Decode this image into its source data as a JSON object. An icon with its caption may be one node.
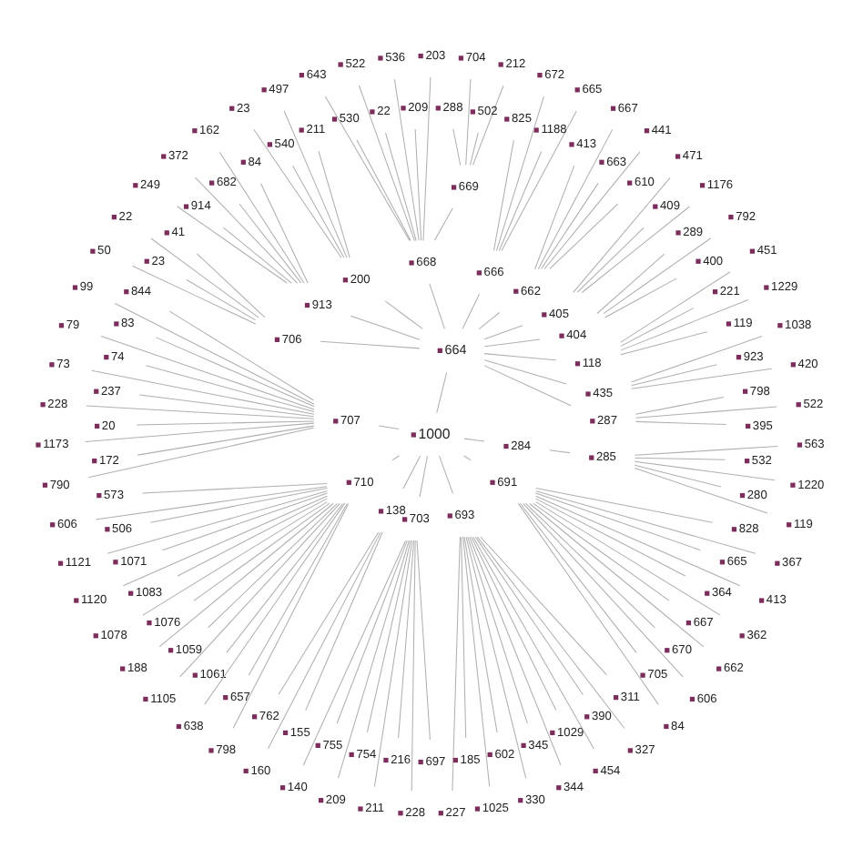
{
  "diagram": {
    "nodes": [
      {
        "text": [
          "1000"
        ]
      },
      {
        "text": [
          "664"
        ]
      },
      {
        "text": [
          "707"
        ]
      },
      {
        "text": [
          "710"
        ]
      },
      {
        "text": [
          "138"
        ]
      },
      {
        "text": [
          "703"
        ]
      },
      {
        "text": [
          "693"
        ]
      },
      {
        "text": [
          "691"
        ]
      },
      {
        "text": [
          "284"
        ]
      },
      {
        "text": [
          "285"
        ]
      },
      {
        "text": [
          "287"
        ]
      },
      {
        "text": [
          "435"
        ]
      },
      {
        "text": [
          "118"
        ]
      },
      {
        "text": [
          "404"
        ]
      },
      {
        "text": [
          "405"
        ]
      },
      {
        "text": [
          "662"
        ]
      },
      {
        "text": [
          "666"
        ]
      },
      {
        "text": [
          "668"
        ]
      },
      {
        "text": [
          "200"
        ]
      },
      {
        "text": [
          "913"
        ]
      },
      {
        "text": [
          "706"
        ]
      },
      {
        "text": [
          "669"
        ]
      },
      {
        "text": [
          "573"
        ]
      },
      {
        "text": [
          "606"
        ]
      },
      {
        "text": [
          "506"
        ]
      },
      {
        "text": [
          "1121"
        ]
      },
      {
        "text": [
          "1071"
        ]
      },
      {
        "text": [
          "1120"
        ]
      },
      {
        "text": [
          "1083"
        ]
      },
      {
        "text": [
          "1078"
        ]
      },
      {
        "text": [
          "1076"
        ]
      },
      {
        "text": [
          "188"
        ]
      },
      {
        "text": [
          "1059"
        ]
      },
      {
        "text": [
          "1105"
        ]
      },
      {
        "text": [
          "1061"
        ]
      },
      {
        "text": [
          "638"
        ]
      },
      {
        "text": [
          "657"
        ]
      },
      {
        "text": [
          "798"
        ]
      },
      {
        "text": [
          "844"
        ]
      },
      {
        "text": [
          "99"
        ]
      },
      {
        "text": [
          "83"
        ]
      },
      {
        "text": [
          "79"
        ]
      },
      {
        "text": [
          "74"
        ]
      },
      {
        "text": [
          "73"
        ]
      },
      {
        "text": [
          "237"
        ]
      },
      {
        "text": [
          "228"
        ]
      },
      {
        "text": [
          "20"
        ]
      },
      {
        "text": [
          "1173"
        ]
      },
      {
        "text": [
          "172"
        ]
      },
      {
        "text": [
          "790"
        ]
      },
      {
        "text": [
          "762"
        ]
      },
      {
        "text": [
          "160"
        ]
      },
      {
        "text": [
          "155"
        ]
      },
      {
        "text": [
          "140"
        ]
      },
      {
        "text": [
          "755"
        ]
      },
      {
        "text": [
          "209"
        ]
      },
      {
        "text": [
          "754"
        ]
      },
      {
        "text": [
          "211"
        ]
      },
      {
        "text": [
          "216"
        ]
      },
      {
        "text": [
          "228"
        ]
      },
      {
        "text": [
          "697"
        ]
      },
      {
        "text": [
          "227"
        ]
      },
      {
        "text": [
          "185"
        ]
      },
      {
        "text": [
          "1025"
        ]
      },
      {
        "text": [
          "602"
        ]
      },
      {
        "text": [
          "330"
        ]
      },
      {
        "text": [
          "345"
        ]
      },
      {
        "text": [
          "344"
        ]
      },
      {
        "text": [
          "1029"
        ]
      },
      {
        "text": [
          "454"
        ]
      },
      {
        "text": [
          "390"
        ]
      },
      {
        "text": [
          "327"
        ]
      },
      {
        "text": [
          "311"
        ]
      },
      {
        "text": [
          "84"
        ]
      },
      {
        "text": [
          "705"
        ]
      },
      {
        "text": [
          "606"
        ]
      },
      {
        "text": [
          "670"
        ]
      },
      {
        "text": [
          "662"
        ]
      },
      {
        "text": [
          "667"
        ]
      },
      {
        "text": [
          "362"
        ]
      },
      {
        "text": [
          "364"
        ]
      },
      {
        "text": [
          "413"
        ]
      },
      {
        "text": [
          "665"
        ]
      },
      {
        "text": [
          "367"
        ]
      },
      {
        "text": [
          "828"
        ]
      },
      {
        "text": [
          "119"
        ]
      },
      {
        "text": [
          "280"
        ]
      },
      {
        "text": [
          "1220"
        ]
      },
      {
        "text": [
          "532"
        ]
      },
      {
        "text": [
          "563"
        ]
      },
      {
        "text": [
          "395"
        ]
      },
      {
        "text": [
          "522"
        ]
      },
      {
        "text": [
          "798"
        ]
      },
      {
        "text": [
          "420"
        ]
      },
      {
        "text": [
          "923"
        ]
      },
      {
        "text": [
          "1038"
        ]
      },
      {
        "text": [
          "119"
        ]
      },
      {
        "text": [
          "1229"
        ]
      },
      {
        "text": [
          "221"
        ]
      },
      {
        "text": [
          "451"
        ]
      },
      {
        "text": [
          "400"
        ]
      },
      {
        "text": [
          "792"
        ]
      },
      {
        "text": [
          "289"
        ]
      },
      {
        "text": [
          "1176"
        ]
      },
      {
        "text": [
          "409"
        ]
      },
      {
        "text": [
          "471"
        ]
      },
      {
        "text": [
          "610"
        ]
      },
      {
        "text": [
          "441"
        ]
      },
      {
        "text": [
          "663"
        ]
      },
      {
        "text": [
          "667"
        ]
      },
      {
        "text": [
          "413"
        ]
      },
      {
        "text": [
          "665"
        ]
      },
      {
        "text": [
          "1188"
        ]
      },
      {
        "text": [
          "672"
        ]
      },
      {
        "text": [
          "825"
        ]
      },
      {
        "text": [
          "203"
        ]
      },
      {
        "text": [
          "209"
        ]
      },
      {
        "text": [
          "536"
        ]
      },
      {
        "text": [
          "22"
        ]
      },
      {
        "text": [
          "522"
        ]
      },
      {
        "text": [
          "530"
        ]
      },
      {
        "text": [
          "643"
        ]
      },
      {
        "text": [
          "211"
        ]
      },
      {
        "text": [
          "497"
        ]
      },
      {
        "text": [
          "540"
        ]
      },
      {
        "text": [
          "23"
        ]
      },
      {
        "text": [
          "84"
        ]
      },
      {
        "text": [
          "162"
        ]
      },
      {
        "text": [
          "682"
        ]
      },
      {
        "text": [
          "372"
        ]
      },
      {
        "text": [
          "914"
        ]
      },
      {
        "text": [
          "249"
        ]
      },
      {
        "text": [
          "41"
        ]
      },
      {
        "text": [
          "22"
        ]
      },
      {
        "text": [
          "23"
        ]
      },
      {
        "text": [
          "50"
        ]
      },
      {
        "text": [
          "212"
        ]
      },
      {
        "text": [
          "502"
        ]
      },
      {
        "text": [
          "704"
        ]
      },
      {
        "text": [
          "288"
        ]
      }
    ],
    "edges": [
      {
        "from": 0,
        "to": 1,
        "arrow": "none"
      },
      {
        "from": 0,
        "to": 2,
        "arrow": "none"
      },
      {
        "from": 0,
        "to": 3,
        "arrow": "none"
      },
      {
        "from": 0,
        "to": 4,
        "arrow": "none"
      },
      {
        "from": 0,
        "to": 5,
        "arrow": "none"
      },
      {
        "from": 0,
        "to": 6,
        "arrow": "none"
      },
      {
        "from": 0,
        "to": 7,
        "arrow": "none"
      },
      {
        "from": 0,
        "to": 8,
        "arrow": "none"
      },
      {
        "from": 8,
        "to": 9,
        "arrow": "none"
      },
      {
        "from": 1,
        "to": 10,
        "arrow": "none"
      },
      {
        "from": 1,
        "to": 11,
        "arrow": "none"
      },
      {
        "from": 1,
        "to": 12,
        "arrow": "none"
      },
      {
        "from": 1,
        "to": 13,
        "arrow": "none"
      },
      {
        "from": 1,
        "to": 14,
        "arrow": "none"
      },
      {
        "from": 1,
        "to": 15,
        "arrow": "none"
      },
      {
        "from": 1,
        "to": 16,
        "arrow": "none"
      },
      {
        "from": 1,
        "to": 17,
        "arrow": "none"
      },
      {
        "from": 1,
        "to": 18,
        "arrow": "none"
      },
      {
        "from": 1,
        "to": 19,
        "arrow": "none"
      },
      {
        "from": 1,
        "to": 20,
        "arrow": "none"
      },
      {
        "from": 17,
        "to": 21,
        "arrow": "none"
      },
      {
        "from": 3,
        "to": 22,
        "arrow": "none"
      },
      {
        "from": 3,
        "to": 23,
        "arrow": "none"
      },
      {
        "from": 3,
        "to": 24,
        "arrow": "none"
      },
      {
        "from": 3,
        "to": 25,
        "arrow": "none"
      },
      {
        "from": 3,
        "to": 26,
        "arrow": "none"
      },
      {
        "from": 3,
        "to": 27,
        "arrow": "none"
      },
      {
        "from": 3,
        "to": 28,
        "arrow": "none"
      },
      {
        "from": 3,
        "to": 29,
        "arrow": "none"
      },
      {
        "from": 3,
        "to": 30,
        "arrow": "none"
      },
      {
        "from": 3,
        "to": 31,
        "arrow": "none"
      },
      {
        "from": 3,
        "to": 32,
        "arrow": "none"
      },
      {
        "from": 3,
        "to": 33,
        "arrow": "none"
      },
      {
        "from": 3,
        "to": 34,
        "arrow": "none"
      },
      {
        "from": 3,
        "to": 35,
        "arrow": "none"
      },
      {
        "from": 3,
        "to": 36,
        "arrow": "none"
      },
      {
        "from": 3,
        "to": 37,
        "arrow": "none"
      },
      {
        "from": 2,
        "to": 38,
        "arrow": "none"
      },
      {
        "from": 2,
        "to": 39,
        "arrow": "none"
      },
      {
        "from": 2,
        "to": 40,
        "arrow": "none"
      },
      {
        "from": 2,
        "to": 41,
        "arrow": "none"
      },
      {
        "from": 2,
        "to": 42,
        "arrow": "none"
      },
      {
        "from": 2,
        "to": 43,
        "arrow": "none"
      },
      {
        "from": 2,
        "to": 44,
        "arrow": "none"
      },
      {
        "from": 2,
        "to": 45,
        "arrow": "none"
      },
      {
        "from": 2,
        "to": 46,
        "arrow": "none"
      },
      {
        "from": 2,
        "to": 47,
        "arrow": "none"
      },
      {
        "from": 2,
        "to": 48,
        "arrow": "none"
      },
      {
        "from": 2,
        "to": 49,
        "arrow": "none"
      },
      {
        "from": 4,
        "to": 50,
        "arrow": "none"
      },
      {
        "from": 4,
        "to": 51,
        "arrow": "none"
      },
      {
        "from": 4,
        "to": 52,
        "arrow": "none"
      },
      {
        "from": 5,
        "to": 53,
        "arrow": "none"
      },
      {
        "from": 5,
        "to": 54,
        "arrow": "none"
      },
      {
        "from": 5,
        "to": 55,
        "arrow": "none"
      },
      {
        "from": 5,
        "to": 56,
        "arrow": "none"
      },
      {
        "from": 5,
        "to": 57,
        "arrow": "none"
      },
      {
        "from": 5,
        "to": 58,
        "arrow": "none"
      },
      {
        "from": 5,
        "to": 59,
        "arrow": "none"
      },
      {
        "from": 5,
        "to": 60,
        "arrow": "none"
      },
      {
        "from": 6,
        "to": 61,
        "arrow": "none"
      },
      {
        "from": 6,
        "to": 62,
        "arrow": "none"
      },
      {
        "from": 6,
        "to": 63,
        "arrow": "none"
      },
      {
        "from": 6,
        "to": 64,
        "arrow": "none"
      },
      {
        "from": 6,
        "to": 65,
        "arrow": "none"
      },
      {
        "from": 6,
        "to": 66,
        "arrow": "none"
      },
      {
        "from": 6,
        "to": 67,
        "arrow": "none"
      },
      {
        "from": 6,
        "to": 68,
        "arrow": "none"
      },
      {
        "from": 6,
        "to": 69,
        "arrow": "none"
      },
      {
        "from": 6,
        "to": 70,
        "arrow": "none"
      },
      {
        "from": 6,
        "to": 71,
        "arrow": "none"
      },
      {
        "from": 6,
        "to": 72,
        "arrow": "none"
      },
      {
        "from": 7,
        "to": 73,
        "arrow": "none"
      },
      {
        "from": 7,
        "to": 74,
        "arrow": "none"
      },
      {
        "from": 7,
        "to": 75,
        "arrow": "none"
      },
      {
        "from": 7,
        "to": 76,
        "arrow": "none"
      },
      {
        "from": 7,
        "to": 77,
        "arrow": "none"
      },
      {
        "from": 7,
        "to": 78,
        "arrow": "none"
      },
      {
        "from": 7,
        "to": 79,
        "arrow": "none"
      },
      {
        "from": 7,
        "to": 80,
        "arrow": "none"
      },
      {
        "from": 7,
        "to": 81,
        "arrow": "none"
      },
      {
        "from": 7,
        "to": 82,
        "arrow": "none"
      },
      {
        "from": 7,
        "to": 83,
        "arrow": "none"
      },
      {
        "from": 7,
        "to": 84,
        "arrow": "none"
      },
      {
        "from": 9,
        "to": 85,
        "arrow": "none"
      },
      {
        "from": 9,
        "to": 86,
        "arrow": "none"
      },
      {
        "from": 9,
        "to": 87,
        "arrow": "none"
      },
      {
        "from": 9,
        "to": 88,
        "arrow": "none"
      },
      {
        "from": 9,
        "to": 89,
        "arrow": "none"
      },
      {
        "from": 10,
        "to": 90,
        "arrow": "none"
      },
      {
        "from": 10,
        "to": 91,
        "arrow": "none"
      },
      {
        "from": 10,
        "to": 92,
        "arrow": "none"
      },
      {
        "from": 11,
        "to": 93,
        "arrow": "none"
      },
      {
        "from": 11,
        "to": 94,
        "arrow": "none"
      },
      {
        "from": 11,
        "to": 95,
        "arrow": "none"
      },
      {
        "from": 12,
        "to": 96,
        "arrow": "none"
      },
      {
        "from": 12,
        "to": 97,
        "arrow": "none"
      },
      {
        "from": 12,
        "to": 98,
        "arrow": "none"
      },
      {
        "from": 12,
        "to": 99,
        "arrow": "none"
      },
      {
        "from": 13,
        "to": 100,
        "arrow": "none"
      },
      {
        "from": 13,
        "to": 101,
        "arrow": "none"
      },
      {
        "from": 13,
        "to": 102,
        "arrow": "none"
      },
      {
        "from": 14,
        "to": 103,
        "arrow": "none"
      },
      {
        "from": 14,
        "to": 104,
        "arrow": "none"
      },
      {
        "from": 14,
        "to": 105,
        "arrow": "none"
      },
      {
        "from": 15,
        "to": 106,
        "arrow": "none"
      },
      {
        "from": 15,
        "to": 107,
        "arrow": "none"
      },
      {
        "from": 15,
        "to": 108,
        "arrow": "none"
      },
      {
        "from": 15,
        "to": 109,
        "arrow": "none"
      },
      {
        "from": 15,
        "to": 110,
        "arrow": "none"
      },
      {
        "from": 16,
        "to": 111,
        "arrow": "none"
      },
      {
        "from": 16,
        "to": 112,
        "arrow": "none"
      },
      {
        "from": 16,
        "to": 113,
        "arrow": "none"
      },
      {
        "from": 16,
        "to": 114,
        "arrow": "none"
      },
      {
        "from": 17,
        "to": 115,
        "arrow": "none"
      },
      {
        "from": 17,
        "to": 116,
        "arrow": "none"
      },
      {
        "from": 17,
        "to": 117,
        "arrow": "none"
      },
      {
        "from": 17,
        "to": 118,
        "arrow": "none"
      },
      {
        "from": 17,
        "to": 119,
        "arrow": "none"
      },
      {
        "from": 17,
        "to": 120,
        "arrow": "none"
      },
      {
        "from": 17,
        "to": 121,
        "arrow": "none"
      },
      {
        "from": 18,
        "to": 122,
        "arrow": "none"
      },
      {
        "from": 18,
        "to": 123,
        "arrow": "none"
      },
      {
        "from": 18,
        "to": 124,
        "arrow": "none"
      },
      {
        "from": 18,
        "to": 125,
        "arrow": "none"
      },
      {
        "from": 19,
        "to": 126,
        "arrow": "none"
      },
      {
        "from": 19,
        "to": 127,
        "arrow": "none"
      },
      {
        "from": 19,
        "to": 128,
        "arrow": "none"
      },
      {
        "from": 19,
        "to": 129,
        "arrow": "none"
      },
      {
        "from": 19,
        "to": 130,
        "arrow": "none"
      },
      {
        "from": 19,
        "to": 131,
        "arrow": "none"
      },
      {
        "from": 20,
        "to": 132,
        "arrow": "none"
      },
      {
        "from": 20,
        "to": 133,
        "arrow": "none"
      },
      {
        "from": 20,
        "to": 134,
        "arrow": "none"
      },
      {
        "from": 20,
        "to": 135,
        "arrow": "none"
      },
      {
        "from": 21,
        "to": 136,
        "arrow": "none"
      },
      {
        "from": 21,
        "to": 137,
        "arrow": "none"
      },
      {
        "from": 21,
        "to": 138,
        "arrow": "none"
      },
      {
        "from": 21,
        "to": 139,
        "arrow": "none"
      }
    ]
  }
}
